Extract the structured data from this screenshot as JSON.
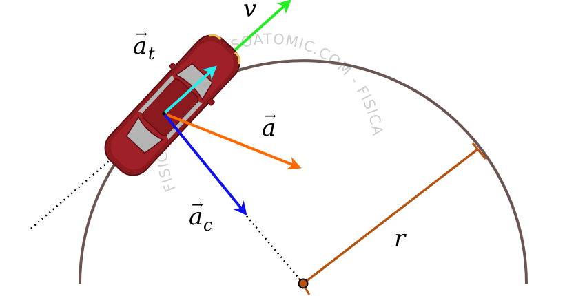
{
  "labels": {
    "velocity": "v",
    "tangential_acceleration": "a",
    "tangential_subscript": "t",
    "total_acceleration": "a",
    "centripetal_acceleration": "a",
    "centripetal_subscript": "c",
    "radius": "r",
    "vector_arrow": "→"
  },
  "watermark": "FISICA - ATOMIO - MESOATOMIC.COM - FISICA",
  "colors": {
    "track": "#6b5552",
    "radius": "#b5530f",
    "velocity": "#22ee22",
    "tangential_acceleration": "#22eeee",
    "total_acceleration": "#ff6a00",
    "centripetal_acceleration": "#1010ee",
    "car_body": "#8b1a1f",
    "car_glass": "#b5b5b5",
    "watermark": "#cfcfcf"
  },
  "icons": {
    "car": "car-top-view-icon"
  }
}
